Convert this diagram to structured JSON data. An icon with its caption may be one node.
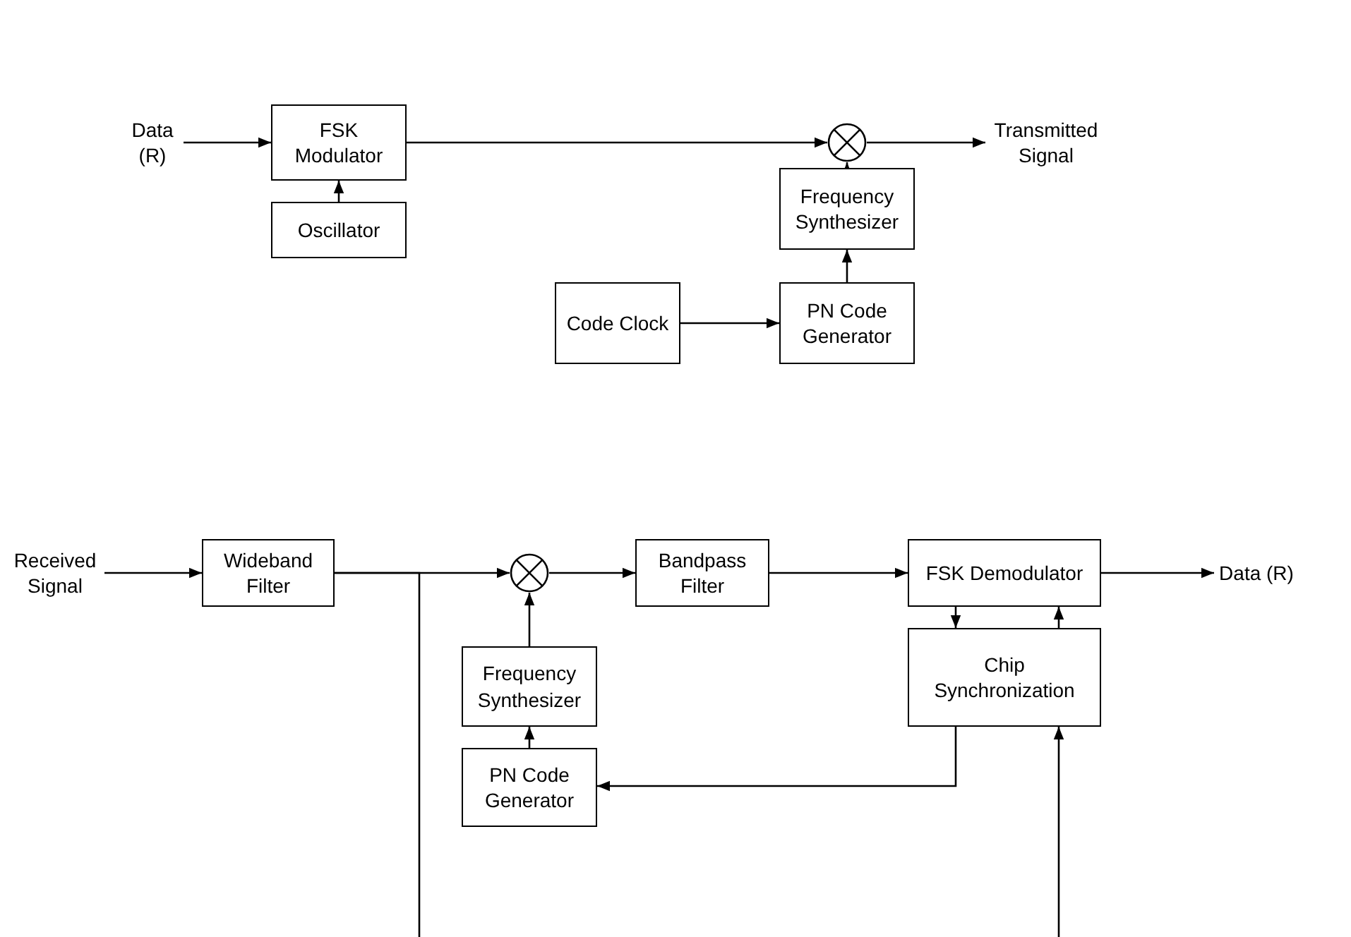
{
  "diagram": {
    "nodes": [
      {
        "text": [
          "Data (R)"
        ]
      },
      {
        "text": [
          "FSK Modulator"
        ]
      },
      {
        "text": [],
        "shape": "circle"
      },
      {
        "text": [
          "Transmitted Signal"
        ]
      },
      {
        "text": [
          "Oscillator"
        ]
      },
      {
        "text": [
          "Frequency Synthesizer"
        ]
      },
      {
        "text": [
          "Code Clock"
        ]
      },
      {
        "text": [
          "PN Code Generator"
        ]
      },
      {
        "text": [
          "Received Signal"
        ]
      },
      {
        "text": [
          "Wideband Filter"
        ]
      },
      {
        "text": [],
        "shape": "circle"
      },
      {
        "text": [
          "Bandpass Filter"
        ]
      },
      {
        "text": [
          "FSK Demodulator"
        ]
      },
      {
        "text": [
          "Data (R)"
        ]
      },
      {
        "text": [
          "Frequency Synthesizer"
        ]
      },
      {
        "text": [
          "Chip Synchronization"
        ]
      },
      {
        "text": [
          "PN Code Generator"
        ]
      }
    ],
    "edges": [
      {
        "from": 0,
        "to": 1,
        "arrow": "to"
      },
      {
        "from": 4,
        "to": 1,
        "arrow": "to"
      },
      {
        "from": 1,
        "to": 2,
        "arrow": "to"
      },
      {
        "from": 5,
        "to": 2,
        "arrow": "to"
      },
      {
        "from": 2,
        "to": 3,
        "arrow": "to"
      },
      {
        "from": 6,
        "to": 7,
        "arrow": "to"
      },
      {
        "from": 7,
        "to": 5,
        "arrow": "to"
      },
      {
        "from": 8,
        "to": 9,
        "arrow": "to"
      },
      {
        "from": 9,
        "to": 10,
        "arrow": "to"
      },
      {
        "from": 10,
        "to": 11,
        "arrow": "to"
      },
      {
        "from": 11,
        "to": 12,
        "arrow": "to"
      },
      {
        "from": 12,
        "to": 13,
        "arrow": "to"
      },
      {
        "from": 14,
        "to": 10,
        "arrow": "to"
      },
      {
        "from": 16,
        "to": 14,
        "arrow": "to"
      },
      {
        "from": 12,
        "to": 15,
        "arrow": "to"
      },
      {
        "from": 15,
        "to": 12,
        "arrow": "to"
      },
      {
        "from": 15,
        "to": 16,
        "arrow": "to"
      },
      {
        "from": 9,
        "to": 15,
        "arrow": "to"
      }
    ]
  }
}
